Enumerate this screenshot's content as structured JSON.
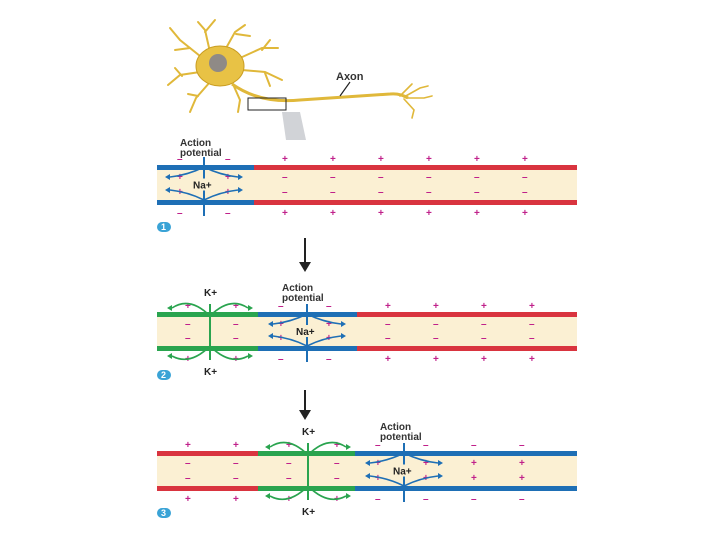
{
  "neuron": {
    "axon_label": "Axon"
  },
  "ions": {
    "sodium": "Na+",
    "potassium": "K+"
  },
  "panels": [
    {
      "step": "1",
      "action_label_line1": "Action",
      "action_label_line2": "potential",
      "k_top": "",
      "k_bottom": ""
    },
    {
      "step": "2",
      "action_label_line1": "Action",
      "action_label_line2": "potential",
      "k_top": "K+",
      "k_bottom": "K+"
    },
    {
      "step": "3",
      "action_label_line1": "Action",
      "action_label_line2": "potential",
      "k_top": "K+",
      "k_bottom": "K+"
    }
  ],
  "colors": {
    "resting_membrane": "#d9343f",
    "depolarized_membrane": "#1e6fb5",
    "repolarized_membrane": "#2aa44f",
    "cytoplasm": "#fbf0d3",
    "positive_sign": "#c0208a",
    "negative_sign": "#c0208a",
    "neuron_body": "#e8c245"
  }
}
